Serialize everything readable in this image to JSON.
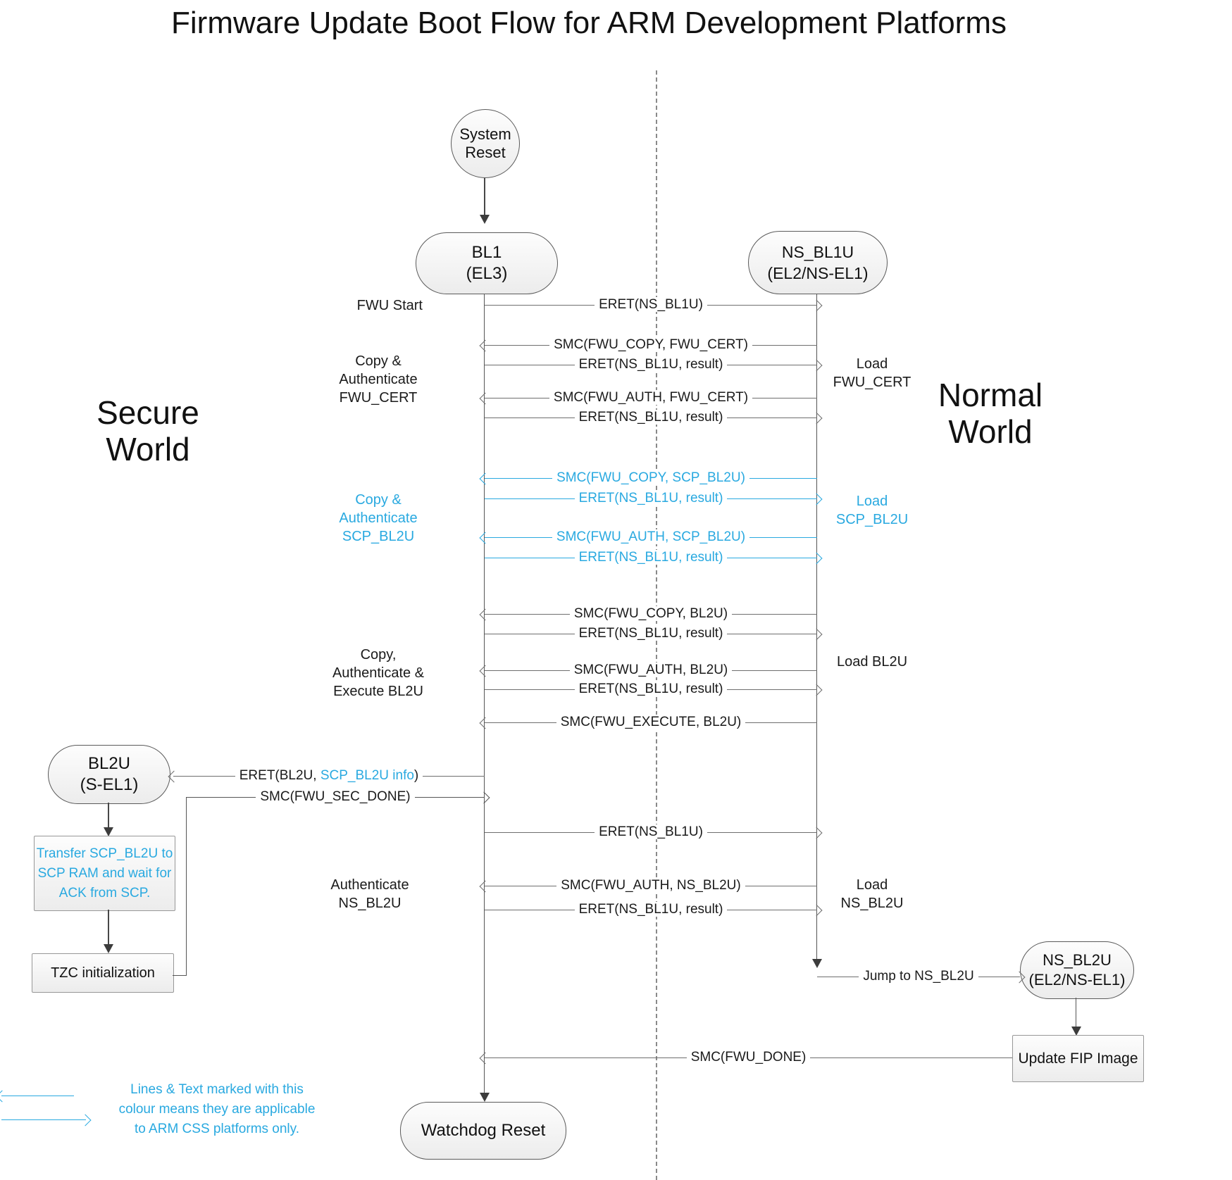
{
  "title": "Firmware Update Boot Flow for ARM Development Platforms",
  "colors": {
    "css_blue": "#29a9e0",
    "line_gray": "#6e6e6e"
  },
  "worlds": {
    "secure": [
      "Secure",
      "World"
    ],
    "normal": [
      "Normal",
      "World"
    ]
  },
  "nodes": {
    "system_reset": [
      "System",
      "Reset"
    ],
    "bl1": [
      "BL1",
      "(EL3)"
    ],
    "ns_bl1u": [
      "NS_BL1U",
      "(EL2/NS-EL1)"
    ],
    "bl2u": [
      "BL2U",
      "(S-EL1)"
    ],
    "transfer_scp": [
      "Transfer SCP_BL2U to",
      "SCP RAM and wait for",
      "ACK from SCP."
    ],
    "tzc": "TZC initialization",
    "ns_bl2u": [
      "NS_BL2U",
      "(EL2/NS-EL1)"
    ],
    "update_fip": "Update FIP Image",
    "watchdog": "Watchdog Reset"
  },
  "messages": [
    {
      "label": "ERET(NS_BL1U)",
      "direction": "right",
      "css_only": false
    },
    {
      "label": "SMC(FWU_COPY, FWU_CERT)",
      "direction": "left",
      "css_only": false
    },
    {
      "label": "ERET(NS_BL1U, result)",
      "direction": "right",
      "css_only": false
    },
    {
      "label": "SMC(FWU_AUTH, FWU_CERT)",
      "direction": "left",
      "css_only": false
    },
    {
      "label": "ERET(NS_BL1U, result)",
      "direction": "right",
      "css_only": false
    },
    {
      "label": "SMC(FWU_COPY, SCP_BL2U)",
      "direction": "left",
      "css_only": true
    },
    {
      "label": "ERET(NS_BL1U, result)",
      "direction": "right",
      "css_only": true
    },
    {
      "label": "SMC(FWU_AUTH, SCP_BL2U)",
      "direction": "left",
      "css_only": true
    },
    {
      "label": "ERET(NS_BL1U, result)",
      "direction": "right",
      "css_only": true
    },
    {
      "label": "SMC(FWU_COPY, BL2U)",
      "direction": "left",
      "css_only": false
    },
    {
      "label": "ERET(NS_BL1U, result)",
      "direction": "right",
      "css_only": false
    },
    {
      "label": "SMC(FWU_AUTH, BL2U)",
      "direction": "left",
      "css_only": false
    },
    {
      "label": "ERET(NS_BL1U, result)",
      "direction": "right",
      "css_only": false
    },
    {
      "label": "SMC(FWU_EXECUTE, BL2U)",
      "direction": "left",
      "css_only": false
    },
    {
      "label": "ERET(NS_BL1U)",
      "direction": "right",
      "css_only": false
    },
    {
      "label": "SMC(FWU_AUTH, NS_BL2U)",
      "direction": "left",
      "css_only": false
    },
    {
      "label": "ERET(NS_BL1U, result)",
      "direction": "right",
      "css_only": false
    }
  ],
  "special_messages": {
    "eret_bl2u_pre": "ERET(BL2U, ",
    "eret_bl2u_blue": "SCP_BL2U info",
    "eret_bl2u_post": ")",
    "smc_sec_done": "SMC(FWU_SEC_DONE)",
    "smc_done": "SMC(FWU_DONE)",
    "jump_ns_bl2u": "Jump to NS_BL2U"
  },
  "side_labels": {
    "fwu_start": "FWU Start",
    "copy_auth_fwu_cert": [
      "Copy &",
      "Authenticate",
      "FWU_CERT"
    ],
    "copy_auth_scp_bl2u": [
      "Copy &",
      "Authenticate",
      "SCP_BL2U"
    ],
    "copy_auth_exec_bl2u": [
      "Copy,",
      "Authenticate &",
      "Execute BL2U"
    ],
    "auth_ns_bl2u": [
      "Authenticate",
      "NS_BL2U"
    ],
    "load_fwu_cert": [
      "Load",
      "FWU_CERT"
    ],
    "load_scp_bl2u": [
      "Load",
      "SCP_BL2U"
    ],
    "load_bl2u": "Load BL2U",
    "load_ns_bl2u": [
      "Load",
      "NS_BL2U"
    ]
  },
  "legend": [
    "Lines & Text marked with this",
    "colour means they are applicable",
    "to ARM CSS platforms only."
  ]
}
